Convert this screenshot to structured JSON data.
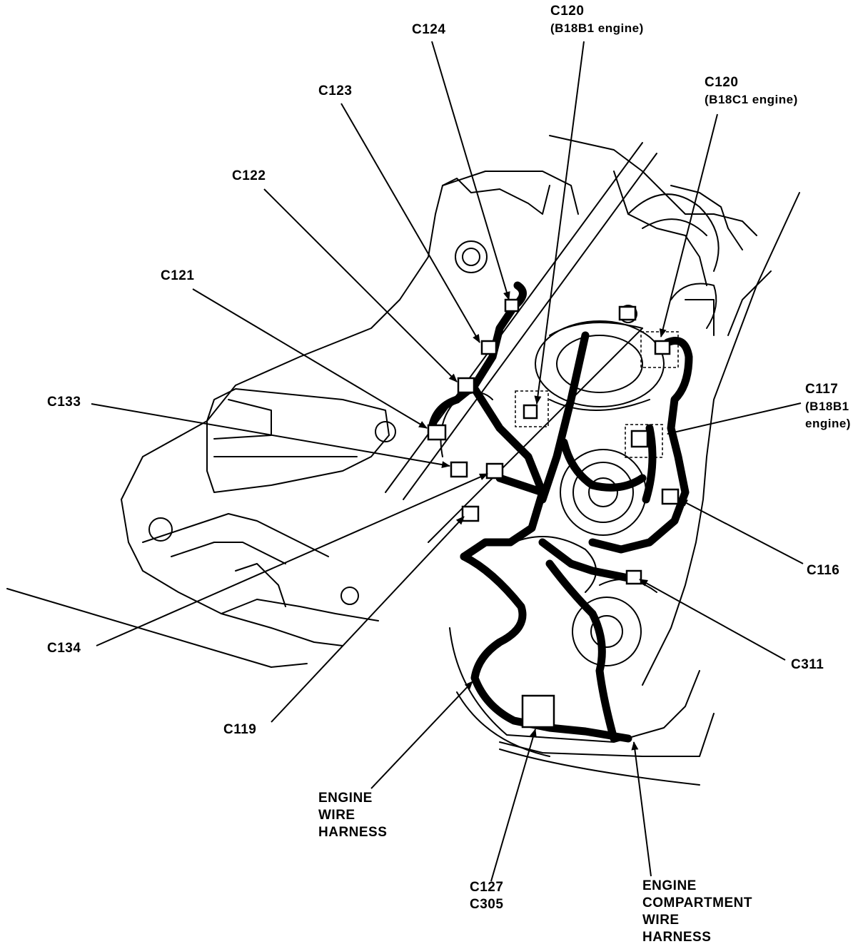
{
  "diagram": {
    "labels": {
      "c124": [
        "C124"
      ],
      "c120_b18b1": [
        "C120",
        "(B18B1 engine)"
      ],
      "c120_b18c1": [
        "C120",
        "(B18C1 engine)"
      ],
      "c123": [
        "C123"
      ],
      "c122": [
        "C122"
      ],
      "c121": [
        "C121"
      ],
      "c133": [
        "C133"
      ],
      "c117": [
        "C117",
        "(B18B1",
        "engine)"
      ],
      "c116": [
        "C116"
      ],
      "c311": [
        "C311"
      ],
      "c134": [
        "C134"
      ],
      "c119": [
        "C119"
      ],
      "engine_wire_harness": [
        "ENGINE",
        "WIRE",
        "HARNESS"
      ],
      "c127_c305": [
        "C127",
        "C305"
      ],
      "engine_compartment_wire_harness": [
        "ENGINE",
        "COMPARTMENT",
        "WIRE",
        "HARNESS"
      ]
    }
  }
}
